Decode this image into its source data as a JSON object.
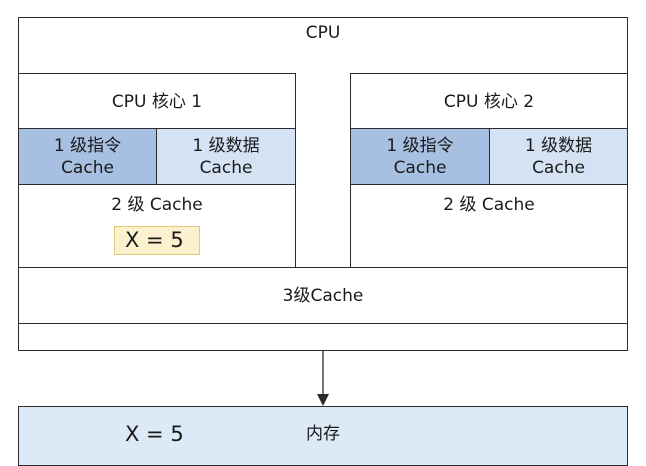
{
  "cpu": {
    "title": "CPU",
    "core1": {
      "title": "CPU 核心 1",
      "l1_instr": [
        "1 级指令",
        "Cache"
      ],
      "l1_data": [
        "1 级数据",
        "Cache"
      ],
      "l2": "2 级 Cache",
      "x_value": "X =  5"
    },
    "core2": {
      "title": "CPU 核心 2",
      "l1_instr": [
        "1 级指令",
        "Cache"
      ],
      "l1_data": [
        "1 级数据",
        "Cache"
      ],
      "l2": "2 级 Cache"
    },
    "l3": "3级Cache"
  },
  "memory": {
    "label": "内存",
    "x_value": "X =  5"
  },
  "colors": {
    "l1_instruction_fill": "#a7bfe0",
    "l1_data_fill": "#d4e2f4",
    "highlight_fill": "#fbf1cf",
    "memory_fill": "#dce9f7"
  }
}
